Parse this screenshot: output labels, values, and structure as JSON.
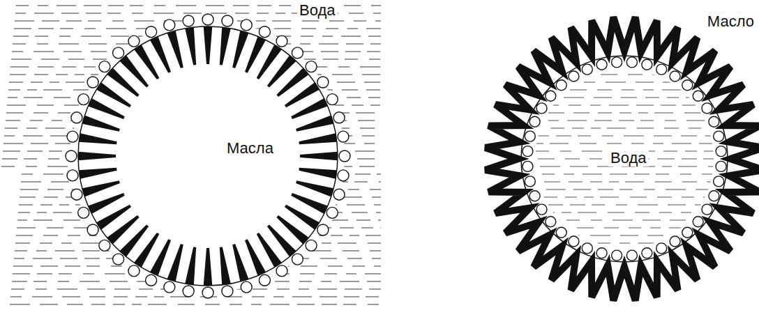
{
  "diagram": {
    "labels": [
      "Вода",
      "Масла",
      "Масло",
      "Вода"
    ]
  }
}
